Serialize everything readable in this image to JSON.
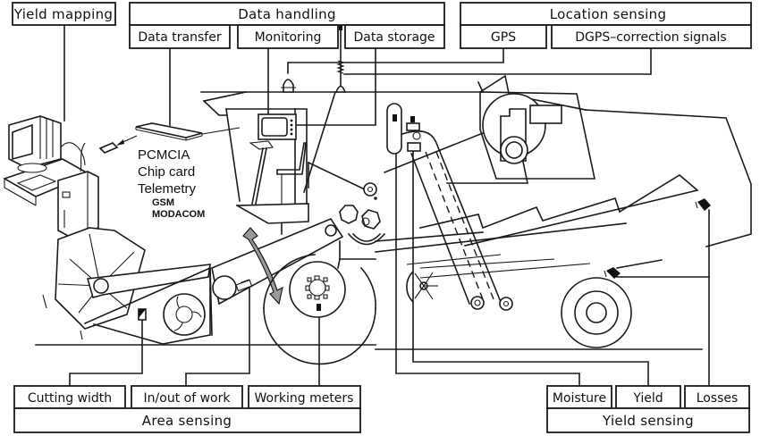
{
  "title": "Combine harvester precision-farming sensor and data system",
  "top_labels": {
    "yield_mapping": "Yield mapping",
    "data_handling": {
      "title": "Data handling",
      "items": [
        "Data transfer",
        "Monitoring",
        "Data storage"
      ]
    },
    "location_sensing": {
      "title": "Location sensing",
      "items": [
        "GPS",
        "DGPS–correction signals"
      ]
    }
  },
  "bottom_labels": {
    "area_sensing": {
      "title": "Area sensing",
      "items": [
        "Cutting width",
        "In/out of work",
        "Working meters"
      ]
    },
    "yield_sensing": {
      "title": "Yield sensing",
      "items": [
        "Moisture",
        "Yield",
        "Losses"
      ]
    }
  },
  "transfer_media": {
    "lines": [
      "PCMCIA",
      "Chip card",
      "Telemetry"
    ],
    "sub_lines": [
      "GSM",
      "MODACOM"
    ]
  },
  "components": {
    "office_computer": "computer-icon",
    "pcmcia_card": "card-icon",
    "chip_card": "chip-card-icon",
    "cab_monitor": "monitor-icon",
    "beacon": "beacon-icon",
    "gps_antenna": "antenna-icon",
    "engine": "engine-icon",
    "grain_elevator": "elevator-icon",
    "header_reel": "reel-icon",
    "front_wheel": "wheel-icon",
    "rear_wheel": "wheel-icon"
  },
  "colors": {
    "ink": "#1a1a1a",
    "background": "#ffffff",
    "arrow_fill": "#9a9a9a"
  }
}
